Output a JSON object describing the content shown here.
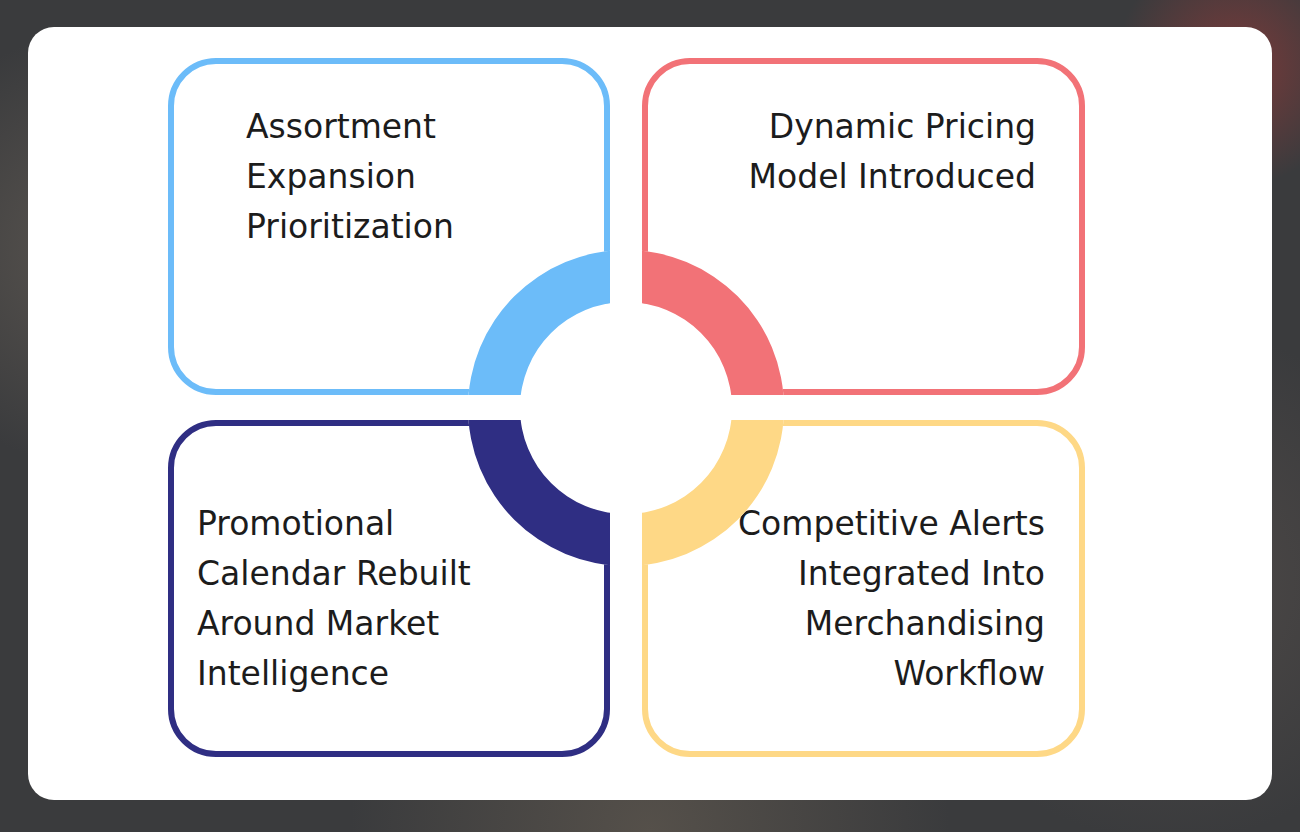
{
  "diagram": {
    "nodes": [
      {
        "text": [
          "Assortment Expansion Prioritization"
        ]
      },
      {
        "text": [
          "Dynamic Pricing Model Introduced"
        ]
      },
      {
        "text": [
          "Promotional Calendar Rebuilt Around Market Intelligence"
        ]
      },
      {
        "text": [
          "Competitive Alerts Integrated Into Merchandising Workflow"
        ]
      }
    ]
  }
}
